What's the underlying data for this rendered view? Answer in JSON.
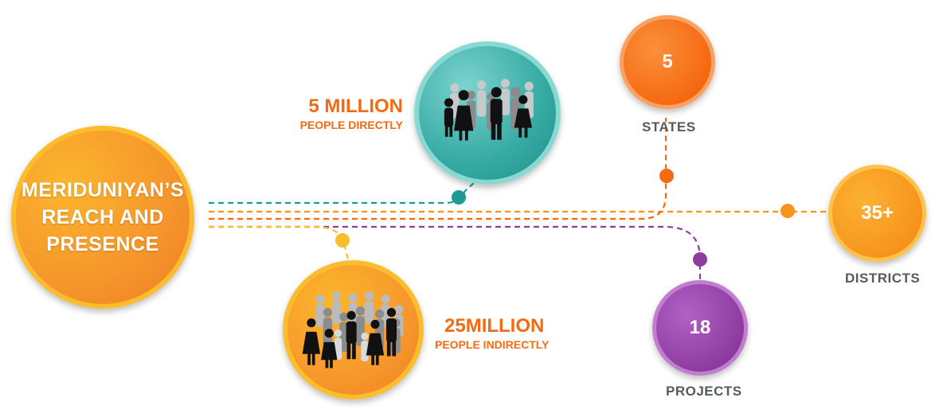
{
  "title": "MERIDUNIYAN’S\nREACH AND\nPRESENCE",
  "direct": {
    "value": "5 MILLION",
    "caption": "PEOPLE DIRECTLY"
  },
  "indirect": {
    "value": "25MILLION",
    "caption": "PEOPLE INDIRECTLY"
  },
  "states": {
    "value": "5",
    "label": "STATES"
  },
  "districts": {
    "value": "35+",
    "label": "DISTRICTS"
  },
  "projects": {
    "value": "18",
    "label": "PROJECTS"
  },
  "colors": {
    "orange": "#f7941d",
    "deep_orange": "#f56a11",
    "teal": "#1f9a93",
    "purple": "#8e3c9f",
    "yellow": "#fbbd2e",
    "label_gray": "#555a5e"
  },
  "icons": {
    "direct": "people-group-icon",
    "indirect": "crowd-icon"
  }
}
